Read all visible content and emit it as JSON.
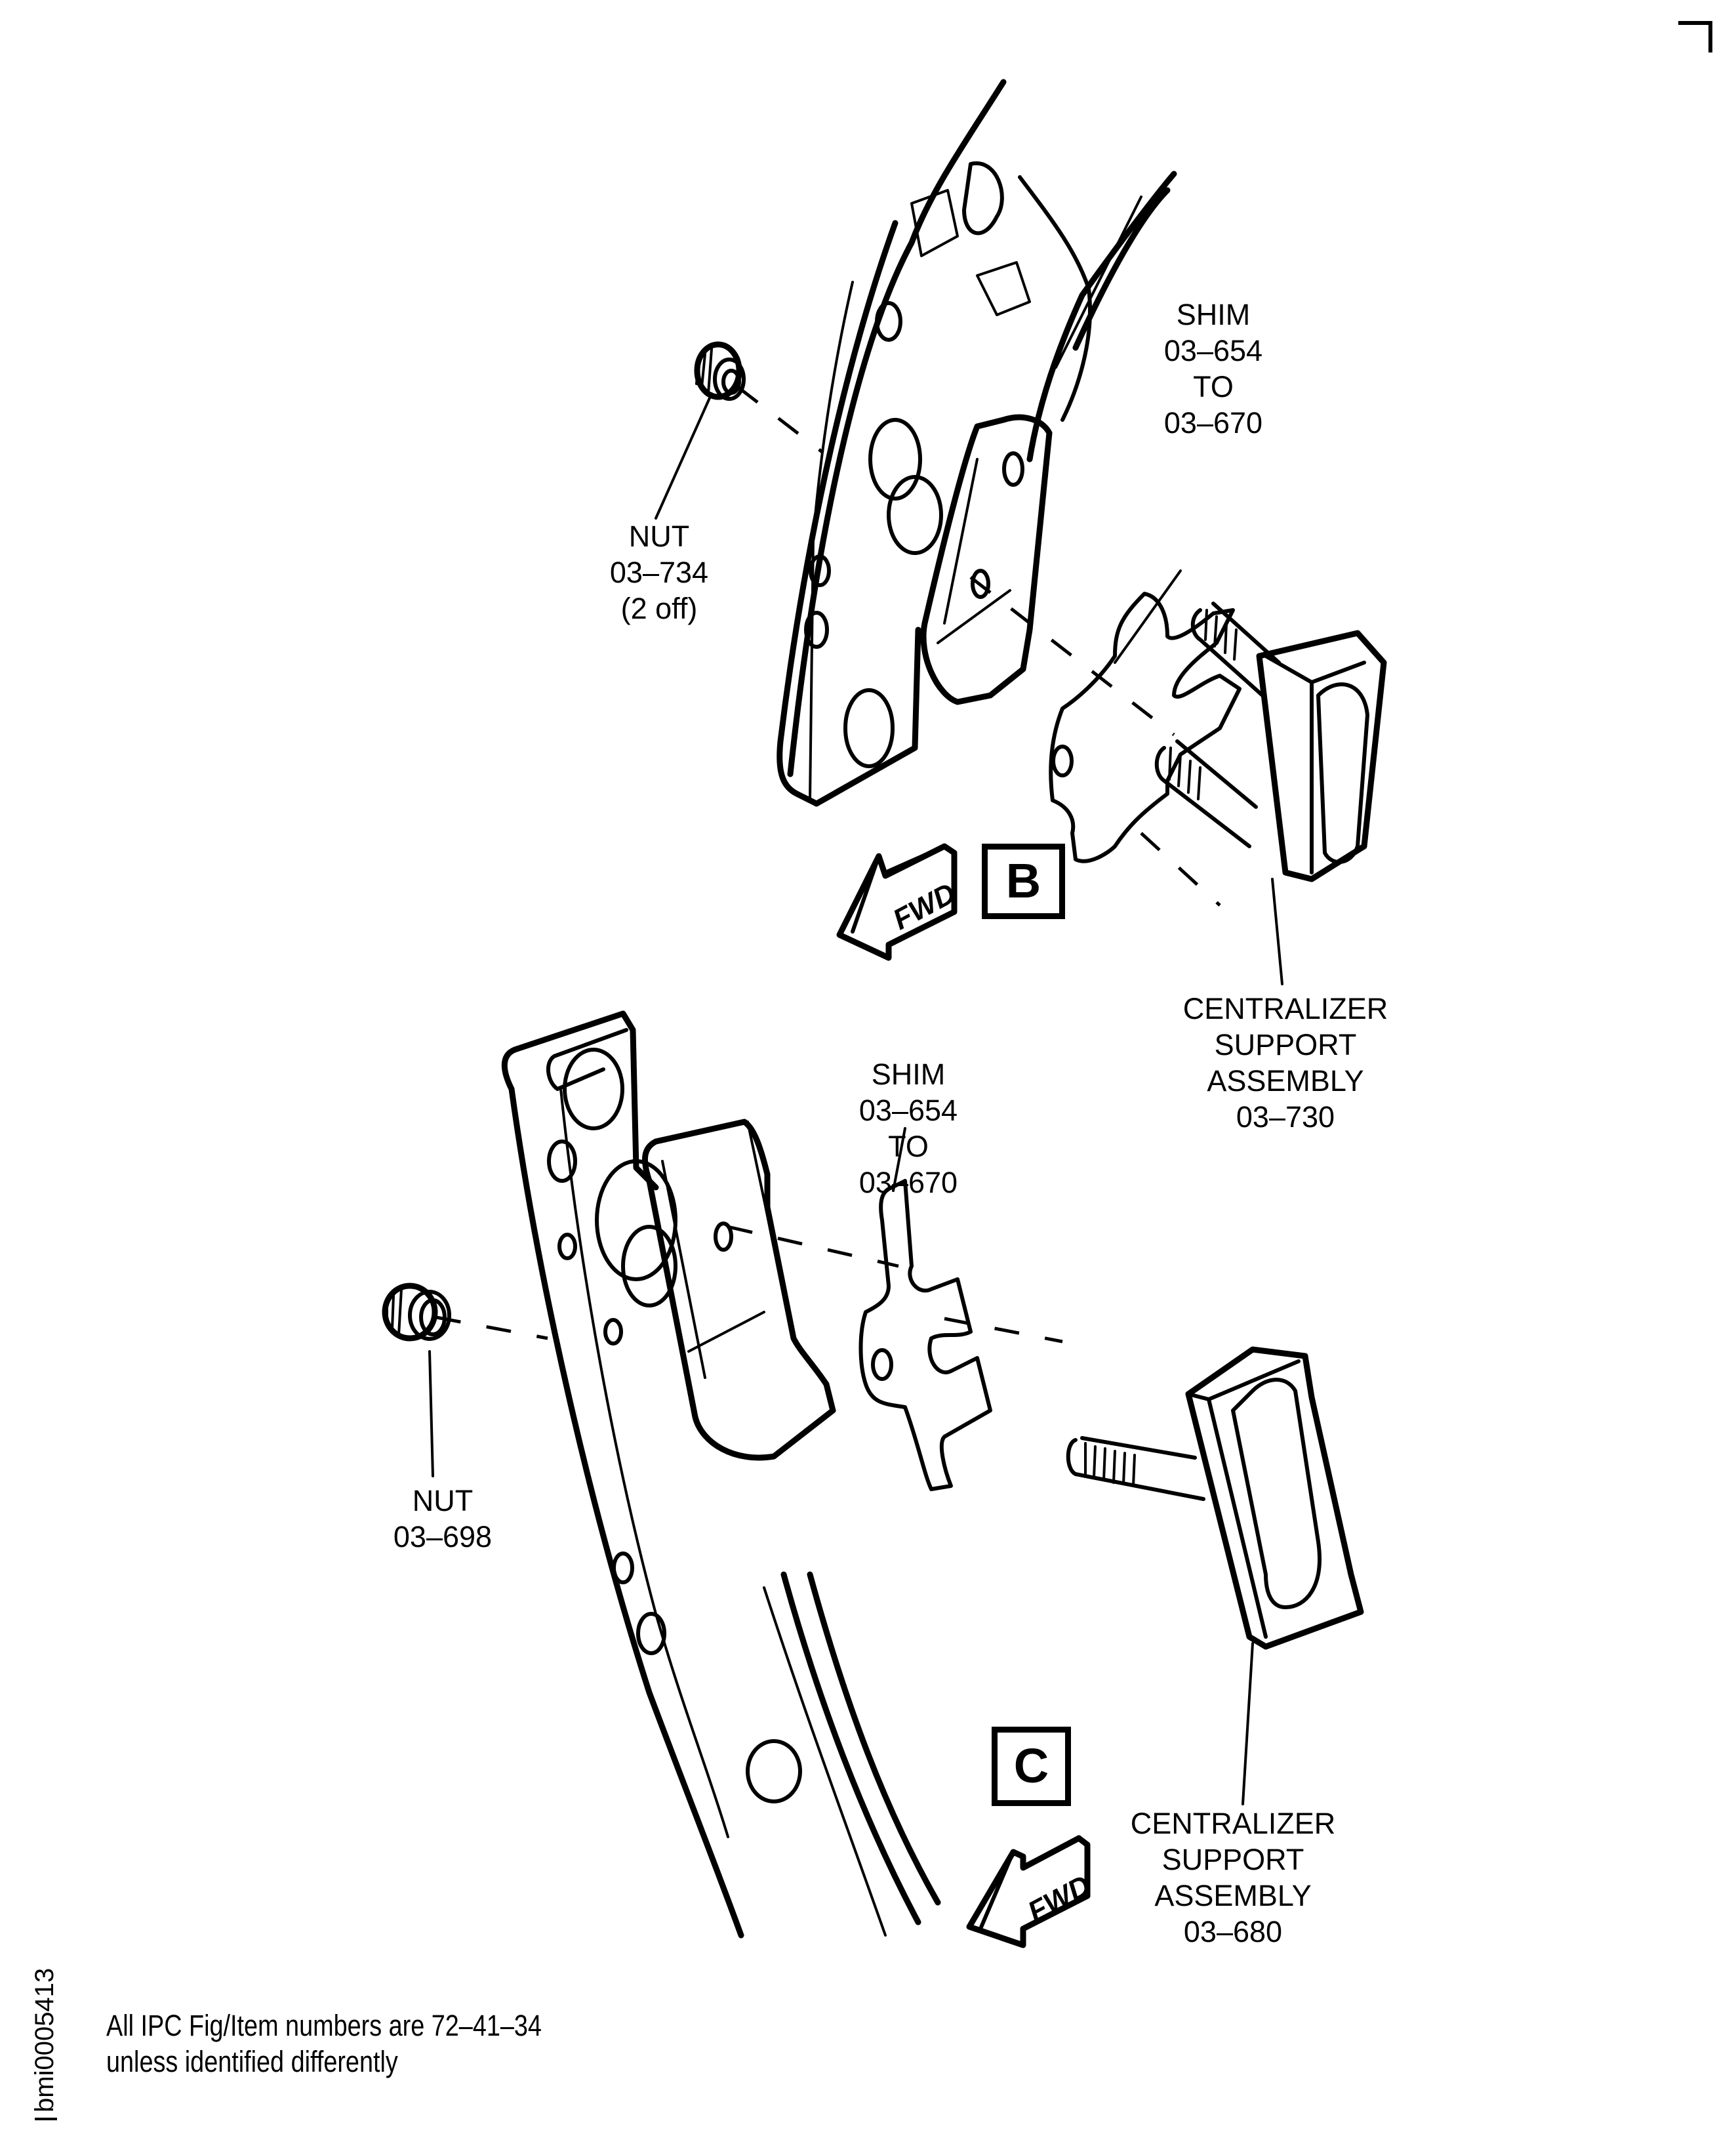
{
  "figure": {
    "drawing_id": "bmi0005413",
    "note_lines": [
      "All IPC Fig/Item numbers are 72–41–34",
      "unless identified differently"
    ]
  },
  "views": {
    "B": {
      "view_label": "B",
      "fwd_label": "FWD",
      "callouts": {
        "nut": [
          "NUT",
          "03–734",
          "(2 off)"
        ],
        "shim": [
          "SHIM",
          "03–654",
          "TO",
          "03–670"
        ],
        "centralizer": [
          "CENTRALIZER",
          "SUPPORT",
          "ASSEMBLY",
          "03–730"
        ]
      }
    },
    "C": {
      "view_label": "C",
      "fwd_label": "FWD",
      "callouts": {
        "shim": [
          "SHIM",
          "03–654",
          "TO",
          "03–670"
        ],
        "nut": [
          "NUT",
          "03–698"
        ],
        "centralizer": [
          "CENTRALIZER",
          "SUPPORT",
          "ASSEMBLY",
          "03–680"
        ]
      }
    }
  }
}
